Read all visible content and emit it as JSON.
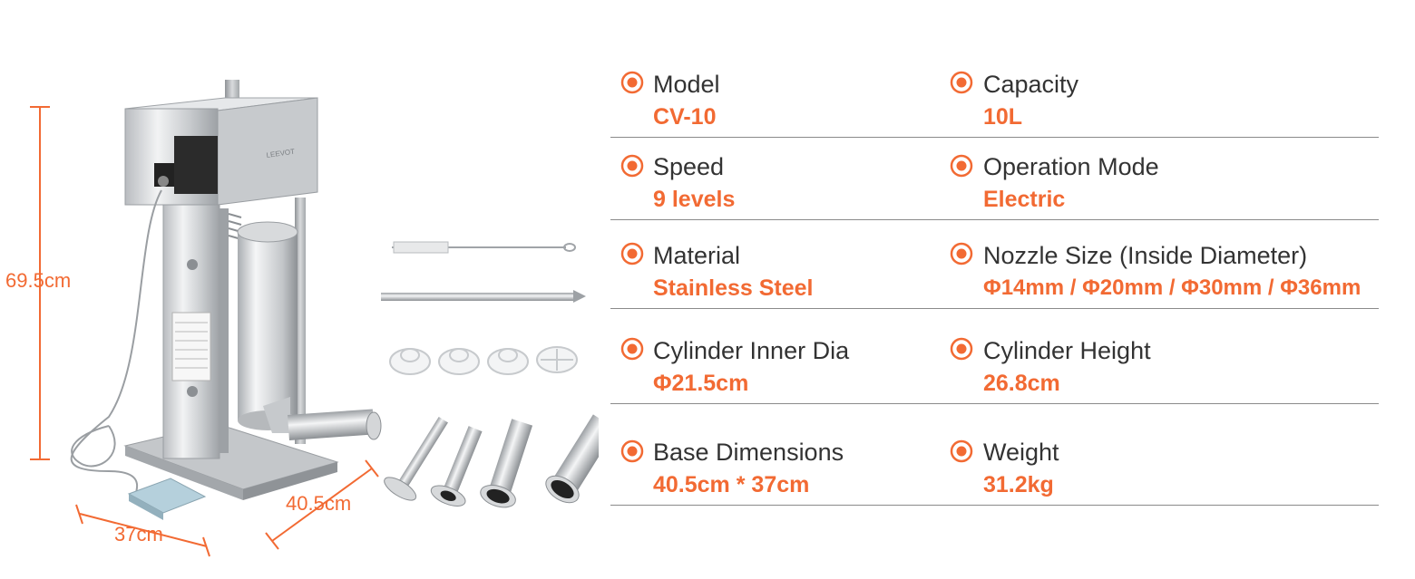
{
  "dimensions": {
    "height": "69.5cm",
    "depth": "40.5cm",
    "width": "37cm"
  },
  "product": {
    "brand": "LEEVOT"
  },
  "colors": {
    "accent": "#f26a33",
    "label": "#333333",
    "rule": "#8a8a8a"
  },
  "specs": [
    [
      {
        "label": "Model",
        "value": "CV-10"
      },
      {
        "label": "Capacity",
        "value": "10L"
      }
    ],
    [
      {
        "label": "Speed",
        "value": "9 levels"
      },
      {
        "label": "Operation Mode",
        "value": "Electric"
      }
    ],
    [
      {
        "label": "Material",
        "value": "Stainless Steel"
      },
      {
        "label": "Nozzle Size (Inside Diameter)",
        "value": "Φ14mm / Φ20mm / Φ30mm / Φ36mm"
      }
    ],
    [
      {
        "label": "Cylinder Inner Dia",
        "value": "Φ21.5cm"
      },
      {
        "label": "Cylinder Height",
        "value": "26.8cm"
      }
    ],
    [
      {
        "label": "Base Dimensions",
        "value": "40.5cm * 37cm"
      },
      {
        "label": "Weight",
        "value": "31.2kg"
      }
    ]
  ]
}
